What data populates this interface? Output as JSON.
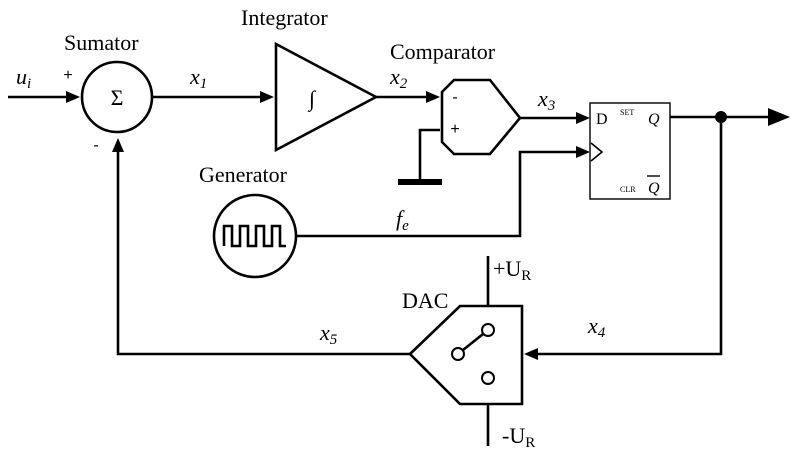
{
  "labels": {
    "sumator": "Sumator",
    "integrator": "Integrator",
    "comparator": "Comparator",
    "generator": "Generator",
    "dac": "DAC"
  },
  "signals": {
    "ui_main": "u",
    "ui_sub": "i",
    "x1_main": "x",
    "x1_sub": "1",
    "x2_main": "x",
    "x2_sub": "2",
    "x3_main": "x",
    "x3_sub": "3",
    "x4_main": "x",
    "x4_sub": "4",
    "x5_main": "x",
    "x5_sub": "5",
    "fe_main": "f",
    "fe_sub": "e"
  },
  "symbols": {
    "sigma": "Σ",
    "integral": "∫",
    "plus": "+",
    "minus": "-"
  },
  "flipflop": {
    "d": "D",
    "q": "Q",
    "qbar": "Q",
    "set": "SET",
    "clr": "CLR"
  },
  "references": {
    "pos_main": "+U",
    "pos_sub": "R",
    "neg_main": "-U",
    "neg_sub": "R"
  }
}
